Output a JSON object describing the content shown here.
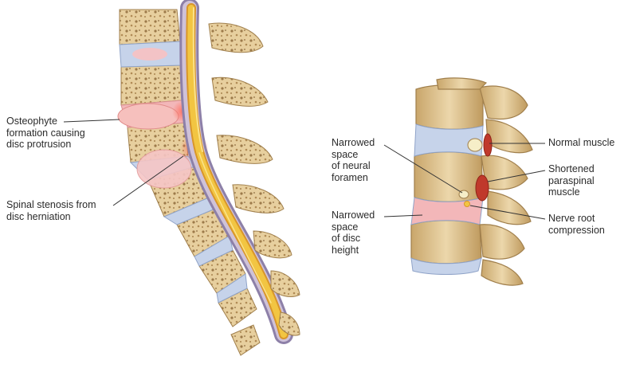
{
  "labels": {
    "osteophyte": "Osteophyte\nformation causing\ndisc protrusion",
    "stenosis": "Spinal stenosis from\ndisc herniation",
    "narrowed_foramen": "Narrowed\nspace\nof neural\nforamen",
    "narrowed_disc": "Narrowed\nspace\nof disc\nheight",
    "normal_muscle": "Normal muscle",
    "shortened_muscle": "Shortened\nparaspinal\nmuscle",
    "nerve_root": "Nerve root\ncompression"
  },
  "colors": {
    "bone": "#e7cf9e",
    "bone_dark": "#b89660",
    "disc": "#c6d3ea",
    "disc_inflamed": "#f3b7b9",
    "cord": "#f2c542",
    "cord_edge": "#d9962a",
    "membrane": "#8d80a8",
    "muscle": "#c0392b",
    "leader_line": "#333333"
  }
}
